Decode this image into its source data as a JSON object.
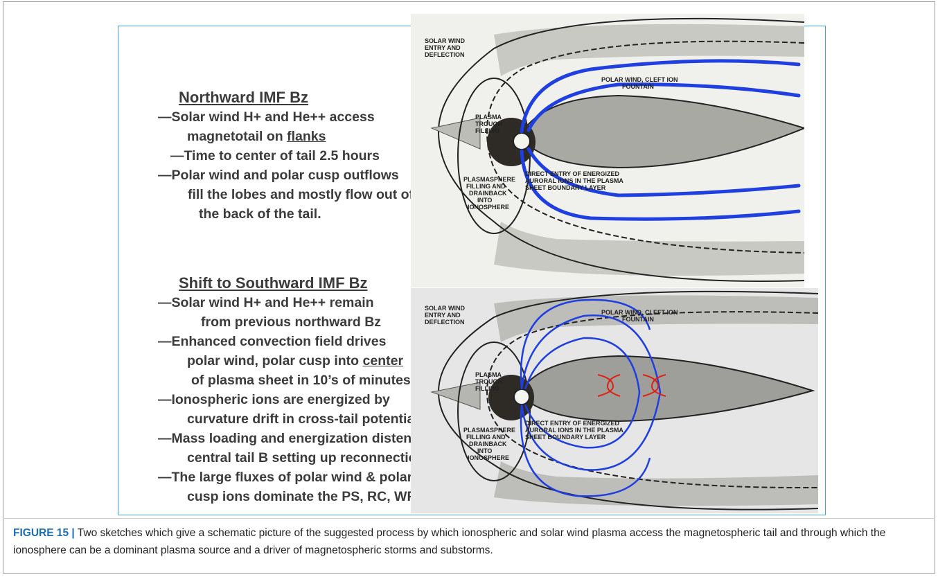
{
  "north": {
    "heading": "Northward IMF Bz",
    "lines": [
      "—Solar wind H+ and He++ access",
      "magnetotail on ",
      "flanks",
      "—Time to center of tail 2.5 hours",
      "—Polar wind and polar cusp outflows",
      "fill the lobes and mostly flow out of",
      "the back of the tail."
    ]
  },
  "south": {
    "heading": "Shift to Southward IMF Bz",
    "lines": [
      "—Solar wind H+ and He++ remain",
      "from previous northward Bz",
      "—Enhanced convection field drives",
      "polar wind, polar cusp into ",
      "center",
      "of plasma sheet in 10’s of minutes",
      "—Ionospheric ions are energized by",
      "curvature drift in cross-tail potential",
      "—Mass loading and energization distend",
      "central tail B setting up reconnection",
      "—The large fluxes of polar wind & polar",
      "cusp ions dominate the PS, RC, WPC"
    ]
  },
  "sketch_labels": {
    "solar_wind_1": "SOLAR WIND",
    "solar_wind_2": "ENTRY AND",
    "solar_wind_3": "DEFLECTION",
    "polar_wind_1": "POLAR WIND, CLEFT ION",
    "polar_wind_2": "FOUNTAIN",
    "trough_1": "PLASMA",
    "trough_2": "TROUGH",
    "trough_3": "FILLING",
    "sphere_1": "PLASMASPHERE",
    "sphere_2": "FILLING AND",
    "sphere_3": "DRAINBACK",
    "sphere_4": "INTO",
    "sphere_5": "IONOSPHERE",
    "direct_1": "DIRECT ENTRY OF ENERGIZED",
    "direct_2": "AURORAL IONS IN THE PLASMA",
    "direct_3": "SHEET BOUNDARY LAYER"
  },
  "colors": {
    "field_lines": "#1f3fe0",
    "reconnection": "#e02010",
    "panel_border": "#3aa3dc",
    "caption_label": "#1a6fb8"
  },
  "caption": {
    "label": "FIGURE 15 |",
    "text": " Two sketches which give a schematic picture of the suggested process by which ionospheric and solar wind plasma access the magnetospheric tail and through which the ionosphere can be a dominant plasma source and a driver of magnetospheric storms and substorms."
  }
}
